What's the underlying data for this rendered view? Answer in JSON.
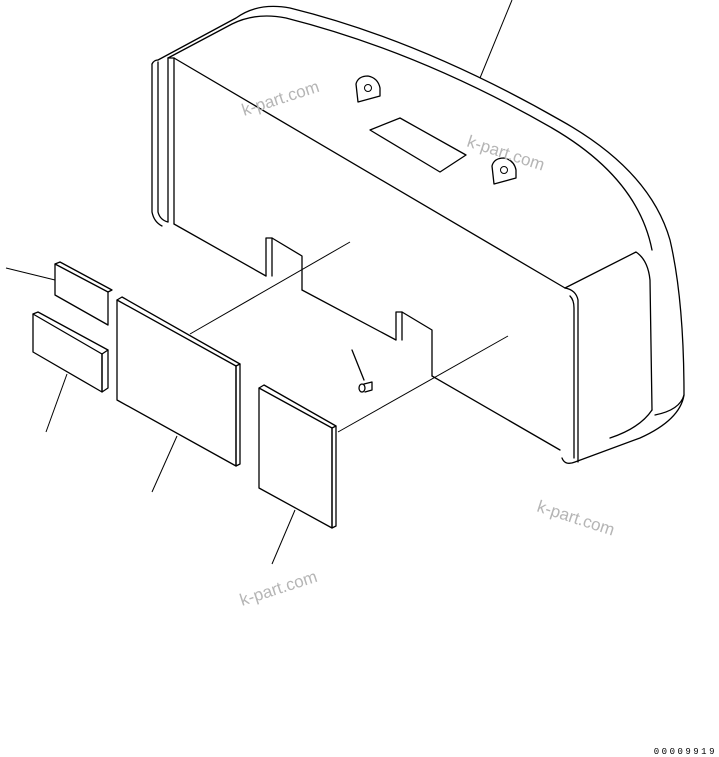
{
  "watermarks": [
    "k-part.com",
    "k-part.com",
    "k-part.com",
    "k-part.com"
  ],
  "drawing_number": "00009919"
}
